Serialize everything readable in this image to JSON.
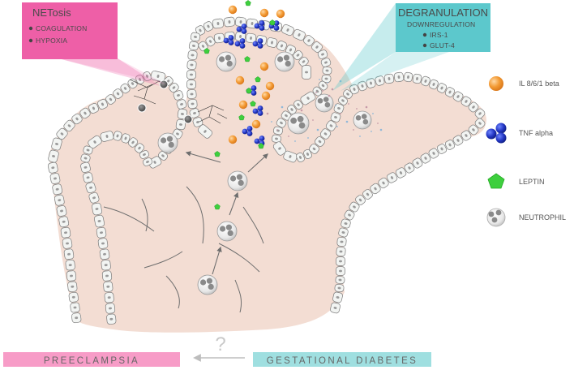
{
  "netosis": {
    "title": "NETosis",
    "items": [
      "COAGULATION",
      "HYPOXIA"
    ],
    "color": "#ee5fa7"
  },
  "degranulation": {
    "title": "DEGRANULATION",
    "subtitle": "DOWNREGULATION",
    "items": [
      "IRS-1",
      "GLUT-4"
    ],
    "color": "#5cc8cc"
  },
  "legend": {
    "il": {
      "label": "IL 8/6/1 beta",
      "color": "#f39a33",
      "icon": "orange-sphere-icon"
    },
    "tnf": {
      "label": "TNF alpha",
      "color": "#2838b0",
      "icon": "blue-cluster-icon"
    },
    "leptin": {
      "label": "LEPTIN",
      "color": "#3ecf3e",
      "icon": "green-pentagon-icon"
    },
    "neutrophil": {
      "label": "NEUTROPHIL",
      "color": "#d4d4d4",
      "icon": "neutrophil-icon"
    }
  },
  "bottom": {
    "left_label": "PREECLAMPSIA",
    "left_color": "#f79cc7",
    "right_label": "GESTATIONAL DIABETES",
    "right_color": "#9fdfe0",
    "question": "?"
  },
  "tissue_color": "#f3ddd3"
}
